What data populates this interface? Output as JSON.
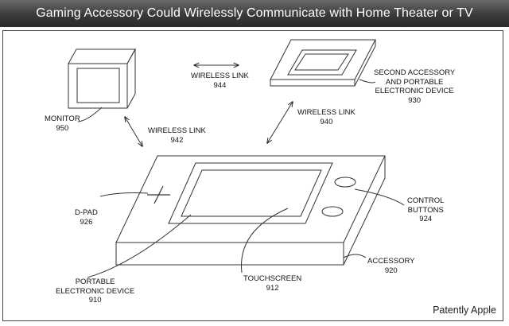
{
  "title": "Gaming Accessory Could Wirelessly Communicate with Home Theater or TV",
  "credit": "Patently Apple",
  "labels": {
    "monitor": {
      "name": "MONITOR",
      "num": "950"
    },
    "wireless_944": {
      "name": "WIRELESS LINK",
      "num": "944"
    },
    "wireless_942": {
      "name": "WIRELESS LINK",
      "num": "942"
    },
    "wireless_940": {
      "name": "WIRELESS LINK",
      "num": "940"
    },
    "second_accessory": {
      "line1": "SECOND ACCESSORY",
      "line2": "AND PORTABLE",
      "line3": "ELECTRONIC DEVICE",
      "num": "930"
    },
    "dpad": {
      "name": "D-PAD",
      "num": "926"
    },
    "control_buttons": {
      "line1": "CONTROL",
      "line2": "BUTTONS",
      "num": "924"
    },
    "accessory": {
      "name": "ACCESSORY",
      "num": "920"
    },
    "portable_device": {
      "line1": "PORTABLE",
      "line2": "ELECTRONIC DEVICE",
      "num": "910"
    },
    "touchscreen": {
      "name": "TOUCHSCREEN",
      "num": "912"
    }
  }
}
